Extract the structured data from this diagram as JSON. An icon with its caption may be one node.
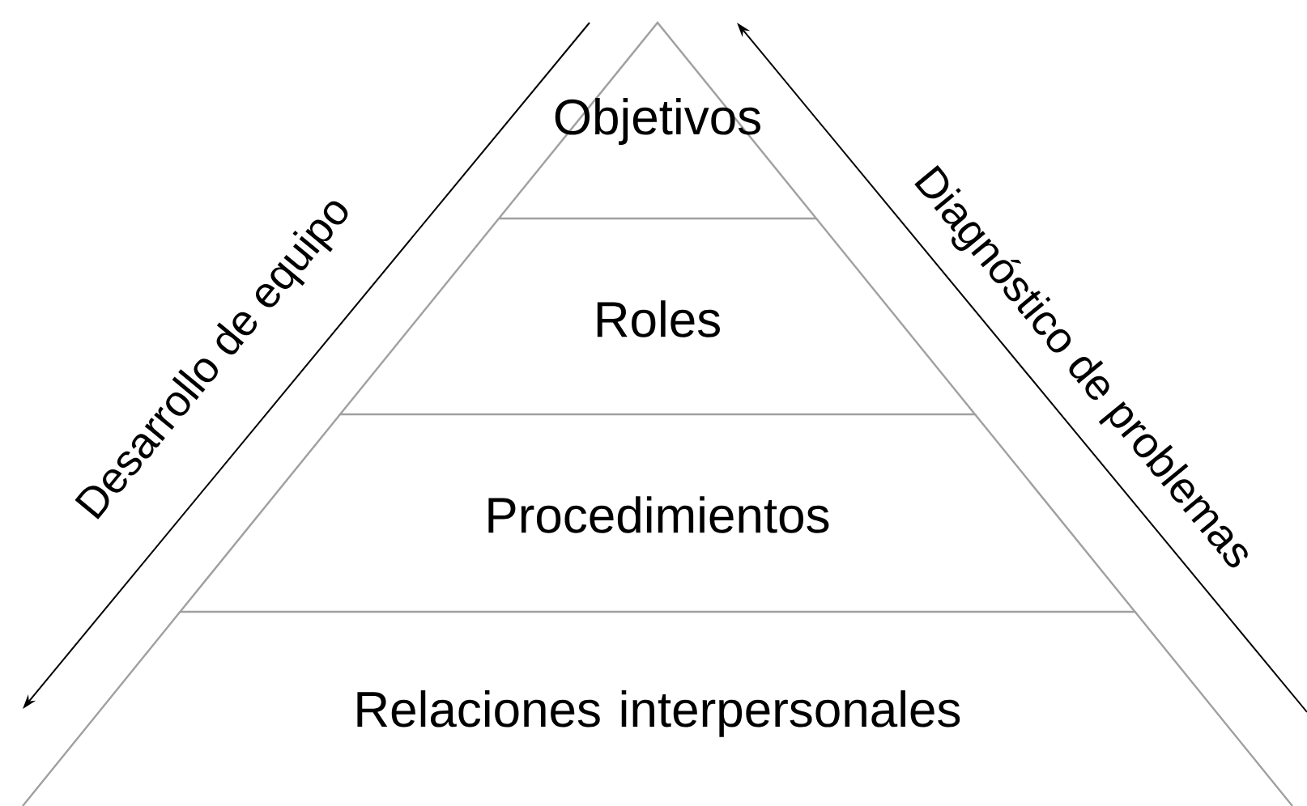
{
  "diagram": {
    "nodes": [
      {
        "text": [
          "Objetivos"
        ]
      },
      {
        "text": [
          "Roles"
        ]
      },
      {
        "text": [
          "Procedimientos"
        ]
      },
      {
        "text": [
          "Relaciones interpersonales"
        ]
      }
    ],
    "labels": [
      "Desarrollo de equipo",
      "Diagnóstico de problemas"
    ]
  }
}
